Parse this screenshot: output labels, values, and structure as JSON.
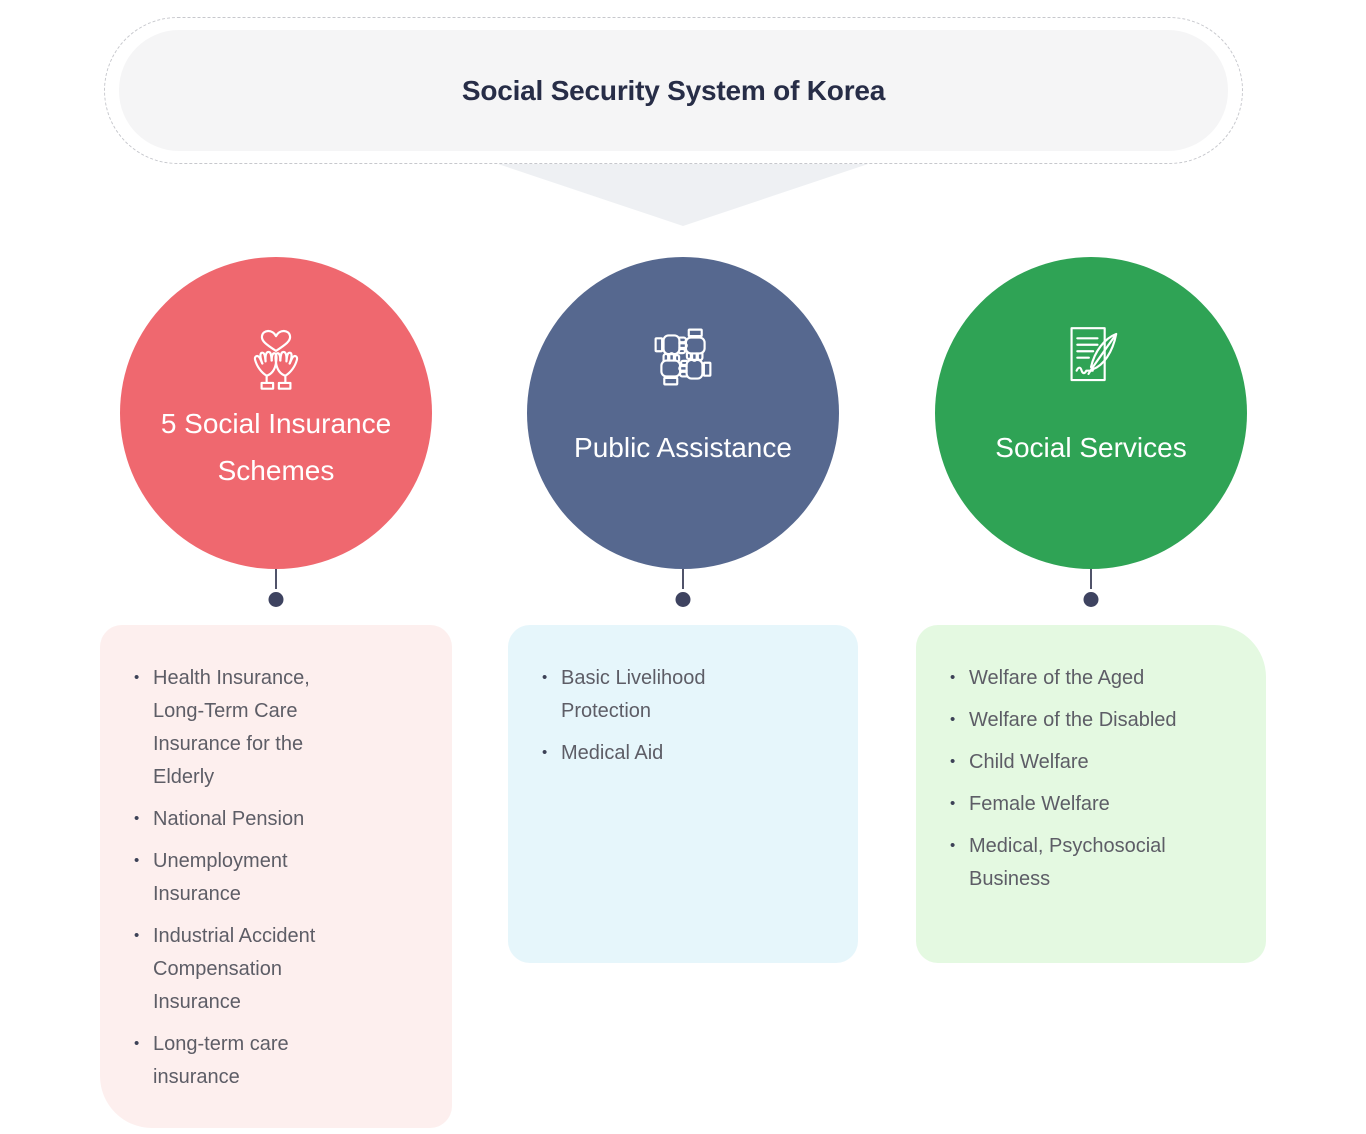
{
  "title": {
    "text": "Social Security System of Korea"
  },
  "colors": {
    "pill_bg": "#f5f5f6",
    "arrow": "#eef0f3",
    "connector_dot": "#3e4360",
    "title_text": "#272d47",
    "list_text": "#5d5d66"
  },
  "columns": [
    {
      "id": "social-insurance",
      "icon": "hands-holding-heart-icon",
      "circle_color": "#ef686f",
      "panel_color": "#fdefee",
      "label_lines": [
        "5 Social Insurance",
        "Schemes"
      ],
      "items": [
        "Health Insurance, Long-Term Care Insurance for the Elderly",
        "National Pension",
        "Unemployment Insurance",
        "Industrial Accident Compensation Insurance",
        "Long-term care insurance"
      ]
    },
    {
      "id": "public-assistance",
      "icon": "joined-hands-icon",
      "circle_color": "#56688f",
      "panel_color": "#e6f6fb",
      "label_lines": [
        "Public Assistance"
      ],
      "items": [
        "Basic Livelihood Protection",
        "Medical Aid"
      ]
    },
    {
      "id": "social-services",
      "icon": "document-quill-icon",
      "circle_color": "#2fa355",
      "panel_color": "#e4f9e1",
      "label_lines": [
        "Social Services"
      ],
      "items": [
        "Welfare of the Aged",
        "Welfare of the Disabled",
        "Child Welfare",
        "Female Welfare",
        "Medical, Psychosocial Business"
      ]
    }
  ]
}
